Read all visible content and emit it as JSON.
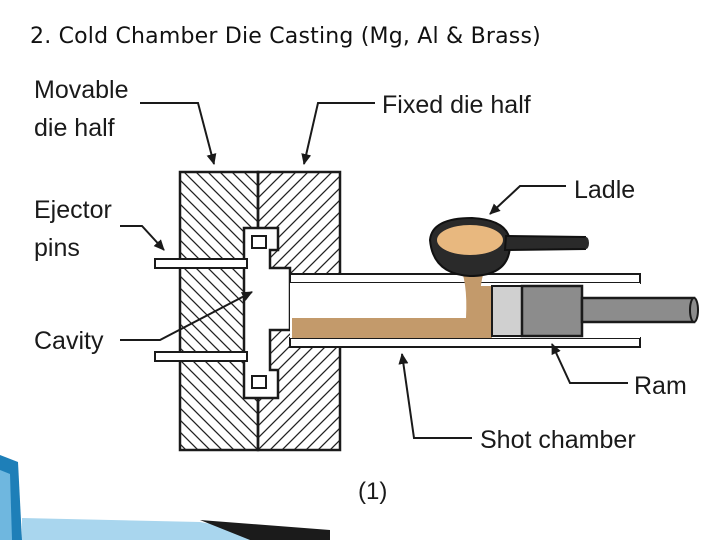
{
  "title": "2. Cold Chamber Die Casting (Mg, Al & Brass)",
  "labels": {
    "movable_line1": "Movable",
    "movable_line2": "die half",
    "fixed": "Fixed die half",
    "ejector_line1": "Ejector",
    "ejector_line2": "pins",
    "ladle": "Ladle",
    "cavity": "Cavity",
    "ram": "Ram",
    "shot_chamber": "Shot chamber",
    "figure_number": "(1)"
  },
  "colors": {
    "molten_metal": "#e8b87f",
    "metal_stream": "#c39a6b",
    "ram": "#8c8c8c",
    "outline": "#1a1a1a",
    "corner_accent": "#1e7fb8"
  }
}
